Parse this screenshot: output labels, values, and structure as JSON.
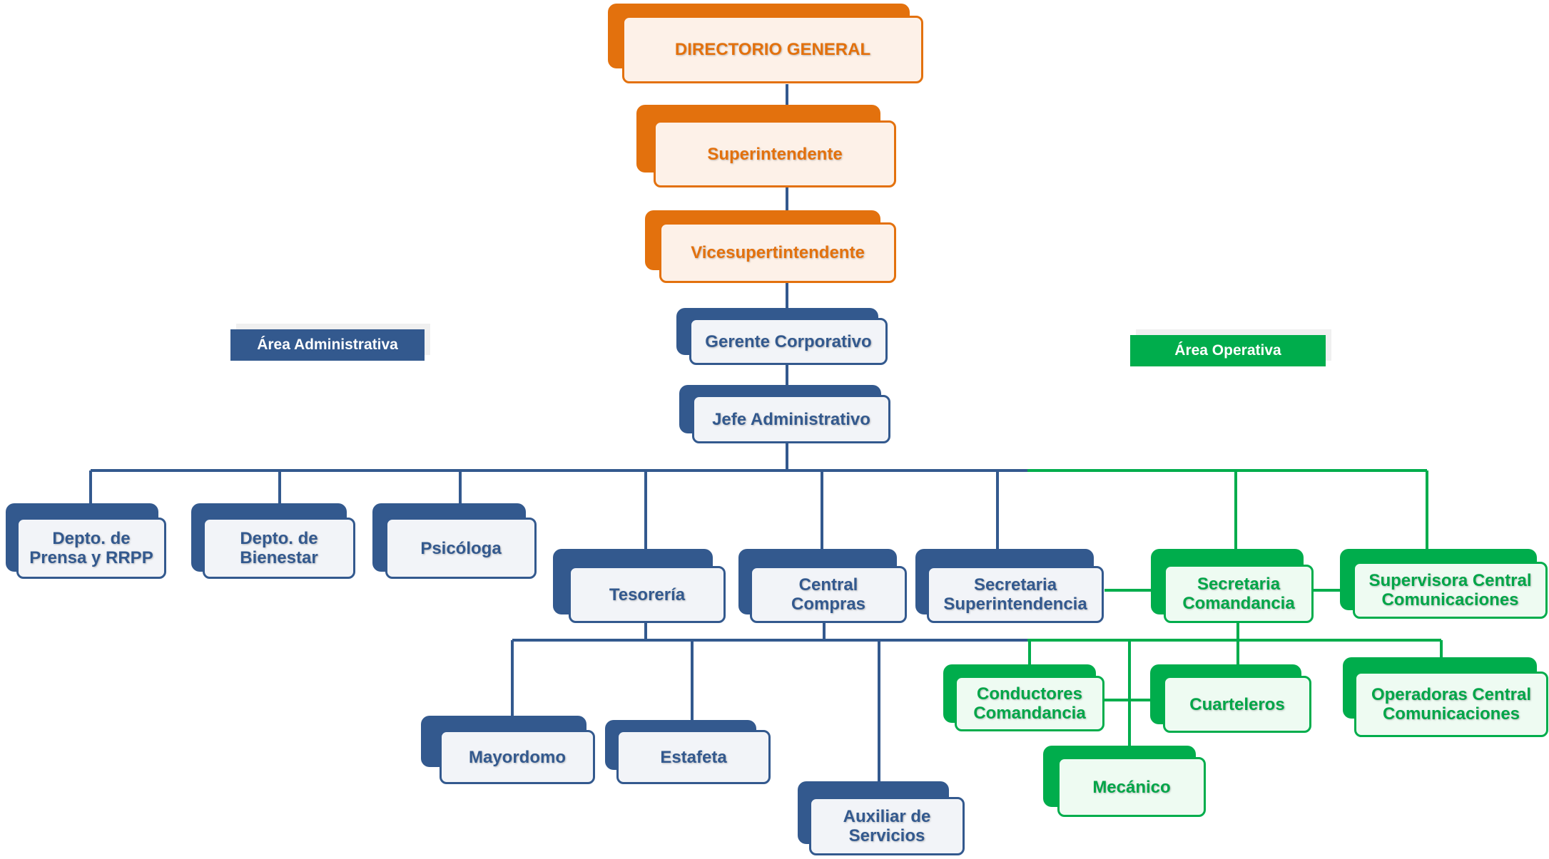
{
  "colors": {
    "orange": "#e3710d",
    "blue": "#33598e",
    "green": "#00ad4c"
  },
  "areas": {
    "administrativa": "Área Administrativa",
    "operativa": "Área Operativa"
  },
  "nodes": {
    "directorio": "DIRECTORIO GENERAL",
    "superintendente": "Superintendente",
    "vicesuperintendente": "Vicesupertintendente",
    "gerente": "Gerente  Corporativo",
    "jefe": "Jefe Administrativo",
    "prensa": "Depto. de\nPrensa y RRPP",
    "bienestar": "Depto. de\nBienestar",
    "psicologa": "Psicóloga",
    "tesoreria": "Tesorería",
    "compras": "Central\nCompras",
    "secretaria_super": "Secretaria\nSuperintendencia",
    "secretaria_comandancia": "Secretaria\nComandancia",
    "supervisora": "Supervisora Central\nComunicaciones",
    "mayordomo": "Mayordomo",
    "estafeta": "Estafeta",
    "auxiliar": "Auxiliar de\nServicios",
    "conductores": "Conductores\nComandancia",
    "cuarteleros": "Cuarteleros",
    "operadoras": "Operadoras Central\nComunicaciones",
    "mecanico": "Mecánico"
  }
}
